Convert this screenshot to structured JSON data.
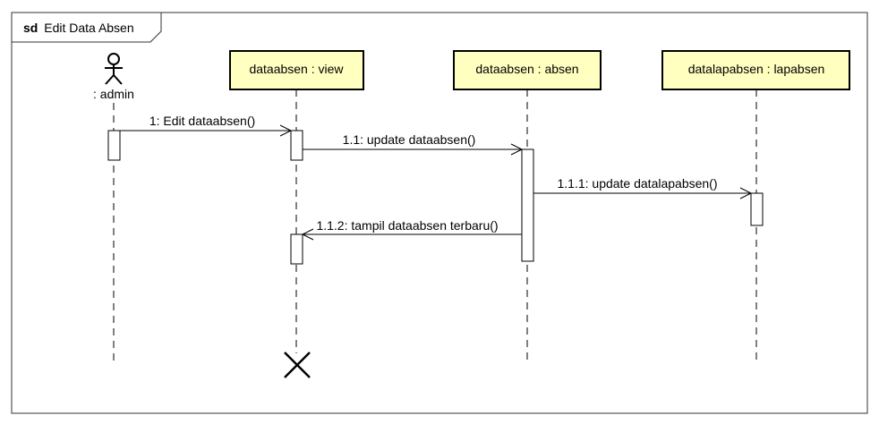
{
  "frame": {
    "keyword": "sd",
    "title": "Edit Data Absen"
  },
  "actor": {
    "label": ": admin"
  },
  "lifelines": [
    {
      "label": "dataabsen : view"
    },
    {
      "label": "dataabsen : absen"
    },
    {
      "label": "datalapabsen : lapabsen"
    }
  ],
  "messages": [
    {
      "label": "1: Edit dataabsen()"
    },
    {
      "label": "1.1: update dataabsen()"
    },
    {
      "label": "1.1.1: update datalapabsen()"
    },
    {
      "label": "1.1.2: tampil dataabsen terbaru()"
    }
  ],
  "colors": {
    "lifeline_fill": "#FFFFC0",
    "stroke": "#000000",
    "frame_stroke": "#333333"
  }
}
